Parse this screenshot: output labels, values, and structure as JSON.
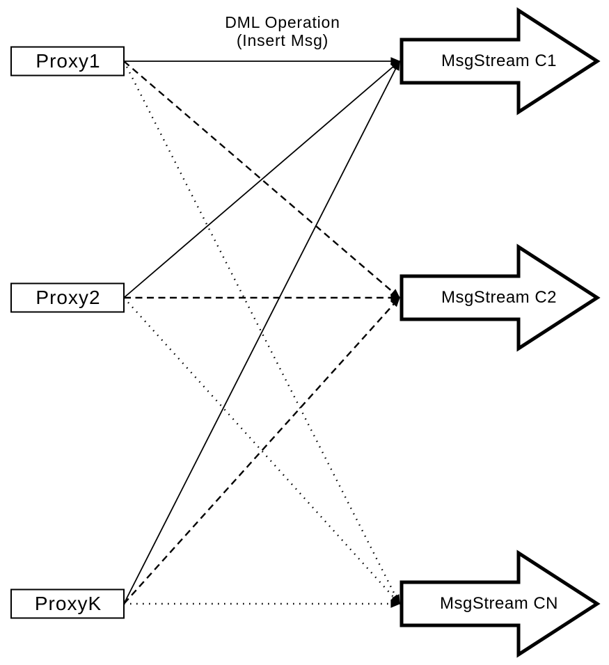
{
  "diagram": {
    "title": {
      "line1": "DML Operation",
      "line2": "(Insert Msg)"
    },
    "colors": {
      "background": "#ffffff",
      "line": "#000000",
      "node_fill": "#ffffff",
      "text": "#000000"
    },
    "proxies": [
      {
        "id": "proxy1",
        "label": "Proxy1"
      },
      {
        "id": "proxy2",
        "label": "Proxy2"
      },
      {
        "id": "proxyk",
        "label": "ProxyK"
      }
    ],
    "streams": [
      {
        "id": "c1",
        "label": "MsgStream C1"
      },
      {
        "id": "c2",
        "label": "MsgStream C2"
      },
      {
        "id": "cn",
        "label": "MsgStream CN"
      }
    ],
    "edges": [
      {
        "from": "proxy1",
        "to": "c1",
        "style": "solid"
      },
      {
        "from": "proxy1",
        "to": "c2",
        "style": "dashed"
      },
      {
        "from": "proxy1",
        "to": "cn",
        "style": "dotted"
      },
      {
        "from": "proxy2",
        "to": "c1",
        "style": "solid"
      },
      {
        "from": "proxy2",
        "to": "c2",
        "style": "dashed"
      },
      {
        "from": "proxy2",
        "to": "cn",
        "style": "dotted"
      },
      {
        "from": "proxyk",
        "to": "c1",
        "style": "solid"
      },
      {
        "from": "proxyk",
        "to": "c2",
        "style": "dashed"
      },
      {
        "from": "proxyk",
        "to": "cn",
        "style": "dotted"
      }
    ]
  }
}
